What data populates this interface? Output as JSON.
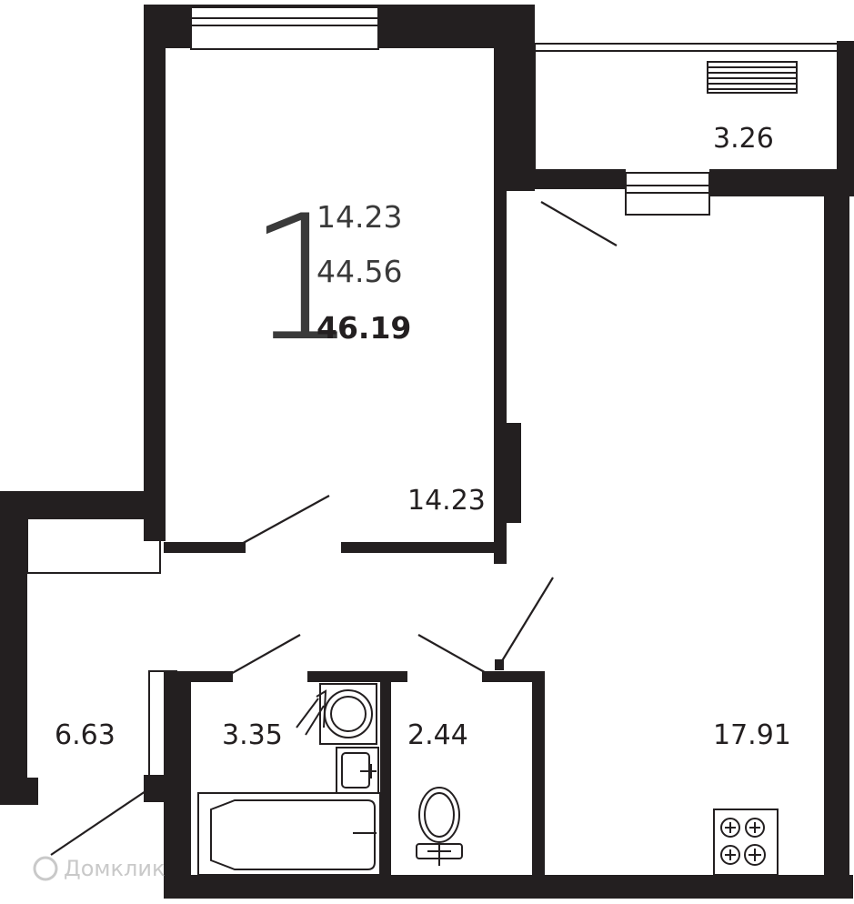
{
  "summary": {
    "rooms": "1",
    "living_area": "14.23",
    "total_area": "44.56",
    "total_with_balcony": "46.19"
  },
  "rooms": {
    "balcony": "3.26",
    "room": "14.23",
    "kitchen": "17.91",
    "hall": "6.63",
    "bathroom": "3.35",
    "toilet": "2.44"
  },
  "watermark": "Домклик",
  "colors": {
    "wall": "#231f20",
    "text": "#3a3a3a"
  }
}
